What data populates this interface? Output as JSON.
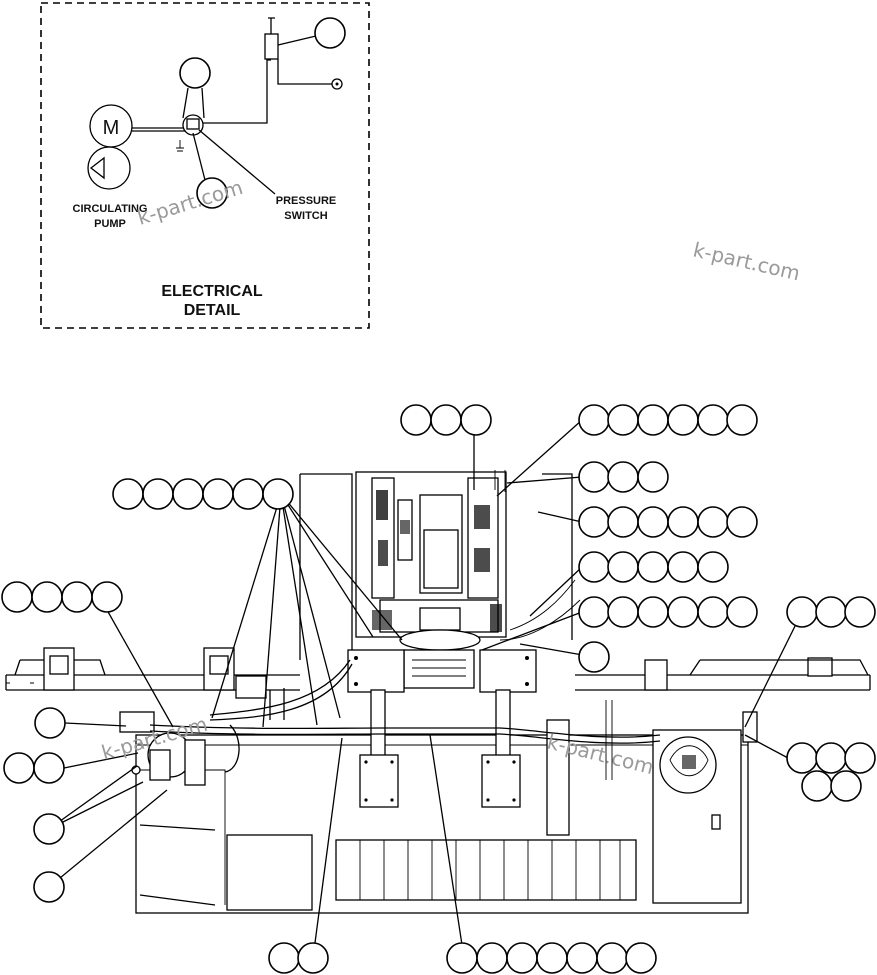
{
  "electrical_detail": {
    "title_line1": "ELECTRICAL",
    "title_line2": "DETAIL",
    "motor_symbol": "M",
    "circulating_pump_line1": "CIRCULATING",
    "circulating_pump_line2": "PUMP",
    "pressure_switch_line1": "PRESSURE",
    "pressure_switch_line2": "SWITCH"
  },
  "watermarks": [
    "k-part.com",
    "k-part.com",
    "k-part.com",
    "k-part.com"
  ]
}
